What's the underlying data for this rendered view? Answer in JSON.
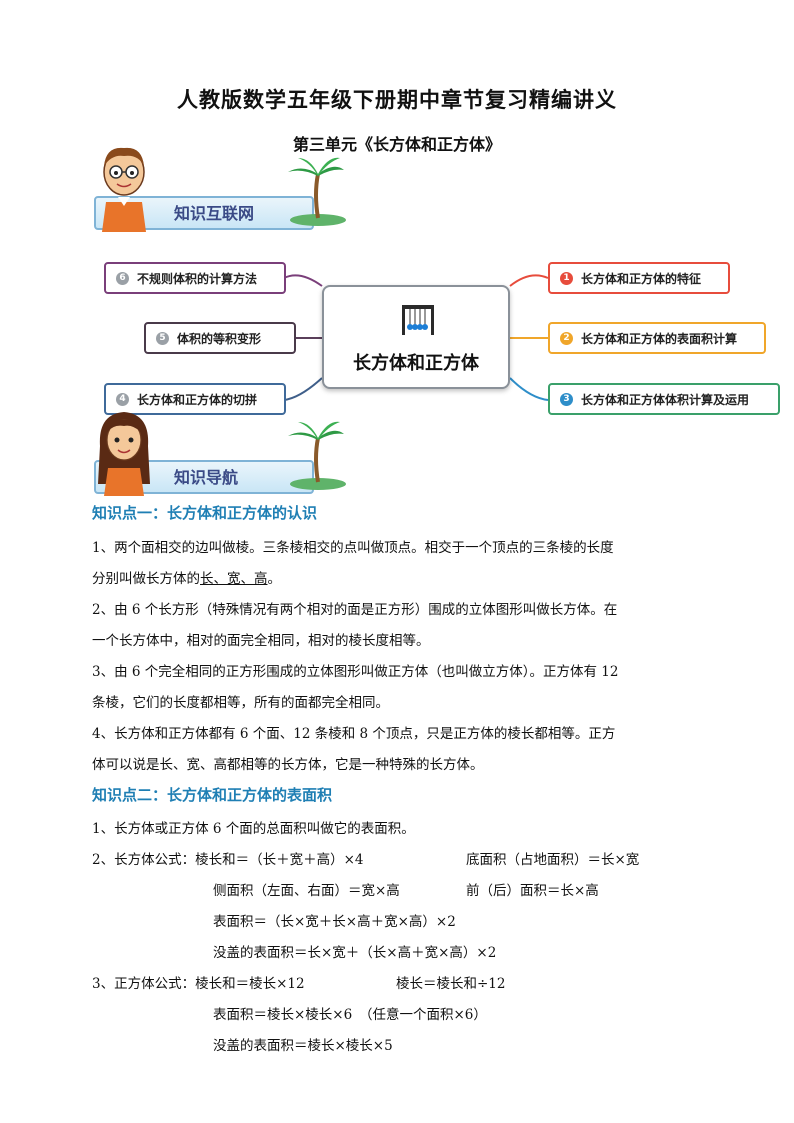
{
  "title": "人教版数学五年级下册期中章节复习精编讲义",
  "subtitle": "第三单元《长方体和正方体》",
  "sections": {
    "network_label": "知识互联网",
    "navigation_label": "知识导航"
  },
  "mindmap": {
    "center": "长方体和正方体",
    "branches": [
      {
        "num": "1",
        "label": "长方体和正方体的特征",
        "color": "#e74c3c"
      },
      {
        "num": "2",
        "label": "长方体和正方体的表面积计算",
        "color": "#f0a62a"
      },
      {
        "num": "3",
        "label": "长方体和正方体体积计算及运用",
        "color": "#2e8ec9"
      },
      {
        "num": "4",
        "label": "长方体和正方体的切拼",
        "color": "#9aa0a6"
      },
      {
        "num": "5",
        "label": "体积的等积变形",
        "color": "#9aa0a6"
      },
      {
        "num": "6",
        "label": "不规则体积的计算方法",
        "color": "#9aa0a6"
      }
    ]
  },
  "kp1": {
    "heading": "知识点一：长方体和正方体的认识",
    "p1_a": "1、两个面相交的边叫做棱。三条棱相交的点叫做顶点。相交于一个顶点的三条棱的长度",
    "p1_b_pre": "分别叫做长方体的",
    "p1_b_ul": "长、宽、高",
    "p1_b_post": "。",
    "p2_a": "2、由 6 个长方形（特殊情况有两个相对的面是正方形）围成的立体图形叫做长方体。在",
    "p2_b": "一个长方体中，相对的面完全相同，相对的棱长度相等。",
    "p3_a": "3、由 6 个完全相同的正方形围成的立体图形叫做正方体（也叫做立方体）。正方体有 12",
    "p3_b": "条棱，它们的长度都相等，所有的面都完全相同。",
    "p4_a": "4、长方体和正方体都有 6 个面、12 条棱和 8 个顶点，只是正方体的棱长都相等。正方",
    "p4_b": "体可以说是长、宽、高都相等的长方体，它是一种特殊的长方体。"
  },
  "kp2": {
    "heading": "知识点二：长方体和正方体的表面积",
    "l1": "1、长方体或正方体 6 个面的总面积叫做它的表面积。",
    "l2_a": "2、长方体公式：棱长和＝（长＋宽＋高）×4",
    "l2_b": "底面积（占地面积）＝长×宽",
    "l3_a": "侧面积（左面、右面）＝宽×高",
    "l3_b": "前（后）面积＝长×高",
    "l4": "表面积＝（长×宽＋长×高＋宽×高）×2",
    "l5": "没盖的表面积＝长×宽＋（长×高＋宽×高）×2",
    "l6_a": "3、正方体公式：棱长和＝棱长×12",
    "l6_b": "棱长＝棱长和÷12",
    "l7": "表面积＝棱长×棱长×6　（任意一个面积×6）",
    "l8": "没盖的表面积＝棱长×棱长×5"
  }
}
